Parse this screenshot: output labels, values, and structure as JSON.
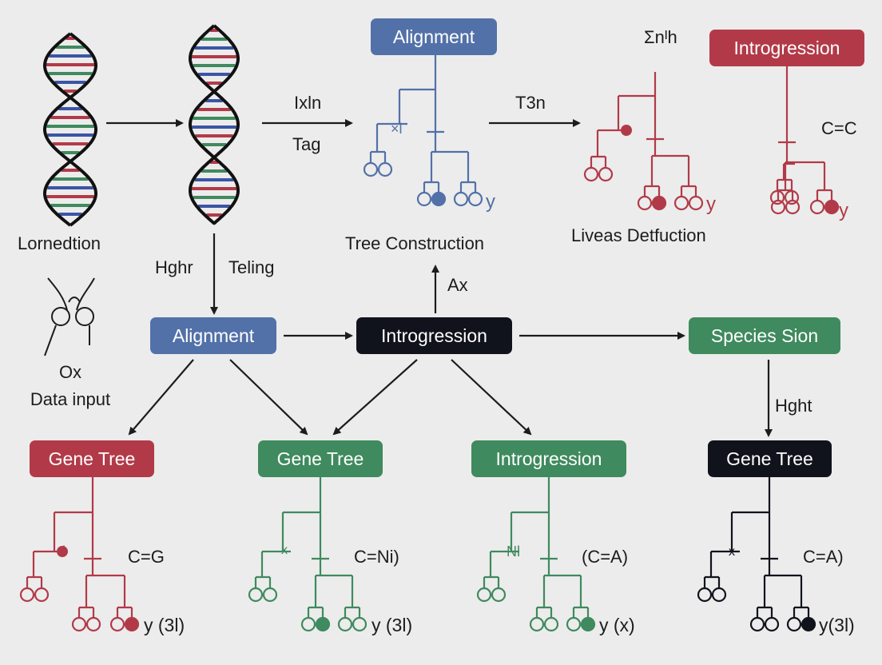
{
  "colors": {
    "background": "#ececec",
    "blue": "#5271a8",
    "red": "#b23a48",
    "green": "#3f8a5e",
    "dark": "#11131c",
    "line": "#1c1c1c"
  },
  "dna_strands": {
    "strand_color": "#111111",
    "rung_colors": [
      "#b23a48",
      "#3f8a5e",
      "#3b55a4"
    ]
  },
  "boxes": {
    "alignment_top": "Alignment",
    "introgression_top": "Introgression",
    "alignment_mid": "Alignment",
    "introgression_mid": "Introgression",
    "species_mid": "Species Sion",
    "gene_tree_1": "Gene Tree",
    "gene_tree_2": "Gene Tree",
    "introgression_bottom": "Introgression",
    "gene_tree_4": "Gene Tree"
  },
  "labels": {
    "arrow_ixln": "Ixln",
    "arrow_tag": "Tag",
    "arrow_t3n": "T3n",
    "top_glyph": "Ʃnᴵh",
    "lornedtion": "Lornedtion",
    "tree_construction": "Tree Construction",
    "liveas_detfuction": "Liveas Detfuction",
    "hghr": "Hghr",
    "teling": "Teling",
    "ax": "Ax",
    "ox": "Ox",
    "data_input": "Data input",
    "hght": "Hght"
  },
  "tree_labels": {
    "top_blue_mark": "×l",
    "top_red_cc": "C=C",
    "t1_annot": "C=G",
    "t2_annot": "C=Ni)",
    "t3_annot": "(C=A)",
    "t4_annot": "C=A)",
    "t1_tip": "y (3l)",
    "t2_tip": "y (3l)",
    "t3_tip": "y (x)",
    "t4_tip": "y(3l)",
    "blue_tip": "y",
    "red_tip_1": "y",
    "red_tip_2": "y",
    "t1_mark": "l",
    "t2_mark": "x",
    "t3_mark": "Nl",
    "t4_mark": "x"
  }
}
